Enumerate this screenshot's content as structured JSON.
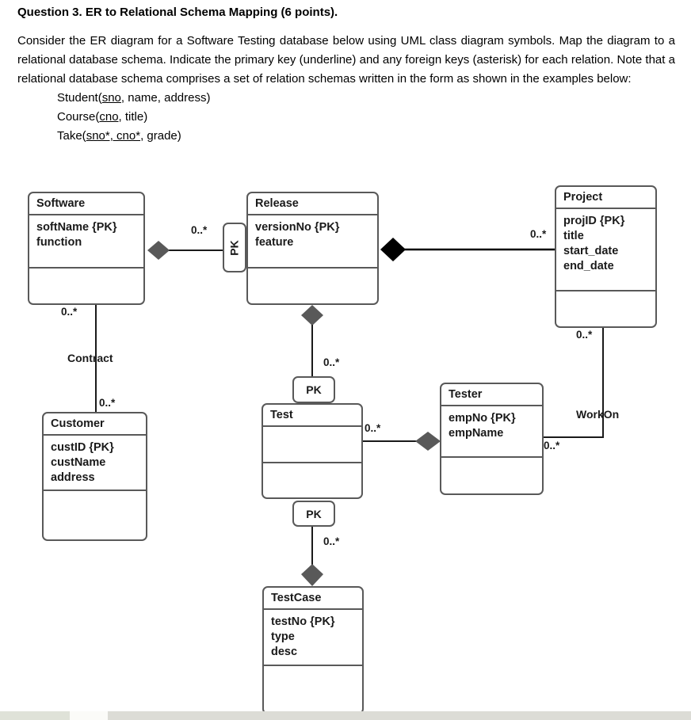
{
  "question": {
    "heading": "Question 3. ER to Relational Schema Mapping (6 points).",
    "body": "Consider the ER diagram for a Software Testing database below using UML class diagram symbols. Map the diagram to a relational database schema. Indicate the primary key (underline) and any foreign keys (asterisk) for each relation. Note that a relational database schema comprises a set of relation schemas written in the form as shown in the examples below:",
    "examples": [
      {
        "prefix": "Student(",
        "key": "sno",
        "rest": ", name, address)"
      },
      {
        "prefix": "Course(",
        "key": "cno",
        "rest": ", title)"
      },
      {
        "prefix": "Take(",
        "key": "sno*, cno*",
        "rest": ", grade)"
      }
    ]
  },
  "diagram": {
    "classes": {
      "software": {
        "name": "Software",
        "attrs": [
          "softName {PK}",
          "function"
        ]
      },
      "release": {
        "name": "Release",
        "attrs": [
          "versionNo {PK}",
          "feature"
        ]
      },
      "project": {
        "name": "Project",
        "attrs": [
          "projID {PK}",
          "title",
          "start_date",
          "end_date"
        ]
      },
      "customer": {
        "name": "Customer",
        "attrs": [
          "custID {PK}",
          "custName",
          "address"
        ]
      },
      "test": {
        "name": "Test",
        "attrs": []
      },
      "tester": {
        "name": "Tester",
        "attrs": [
          "empNo {PK}",
          "empName"
        ]
      },
      "testcase": {
        "name": "TestCase",
        "attrs": [
          "testNo {PK}",
          "type",
          "desc"
        ]
      }
    },
    "qualifiers": {
      "release_pk": "PK",
      "test_pk_top": "PK",
      "test_pk_bottom": "PK"
    },
    "multiplicities": {
      "software_release": "0..*",
      "software_contract": "0..*",
      "customer_contract": "0..*",
      "release_project": "0..*",
      "release_test": "0..*",
      "test_tester": "0..*",
      "project_workon": "0..*",
      "tester_workon": "0..*",
      "test_testcase": "0..*"
    },
    "associations": {
      "contract": "Contract",
      "workon": "WorkOn"
    },
    "colors": {
      "box_border": "#595959",
      "aggregation_diamond": "#595959",
      "composition_diamond": "#000000",
      "line": "#1a1a1a",
      "text": "#1a1a1a"
    }
  }
}
